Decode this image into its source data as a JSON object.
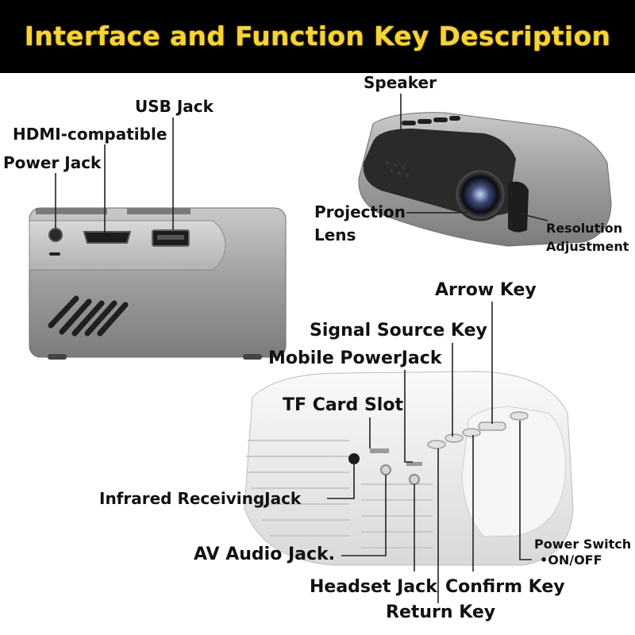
{
  "banner": {
    "title": "Interface and Function Key Description",
    "background": "#000000",
    "title_color": "#f5d43a"
  },
  "labels": {
    "usb_jack": "USB Jack",
    "hdmi": "HDMI-compatible",
    "power_jack": "Power Jack",
    "speaker": "Speaker",
    "projection_lens_line1": "Projection",
    "projection_lens_line2": "Lens",
    "resolution_line1": "Resolution",
    "resolution_line2": "Adjustment",
    "arrow_key": "Arrow Key",
    "signal_source_key": "Signal Source Key",
    "mobile_power_jack": "Mobile PowerJack",
    "tf_card_slot": "TF Card Slot",
    "infrared_receiving_jack": "Infrared ReceivingJack",
    "av_audio_jack": "AV Audio Jack.",
    "headset_jack": "Headset Jack",
    "confirm_key": "Confirm Key",
    "return_key": "Return Key",
    "power_switch_line1": "Power Switch",
    "power_switch_line2": "•ON/OFF"
  },
  "colors": {
    "device_gray": "#9a9a9a",
    "device_white": "#f1f1f1",
    "lens_black": "#1e1e1e",
    "leader_line": "#222222"
  }
}
